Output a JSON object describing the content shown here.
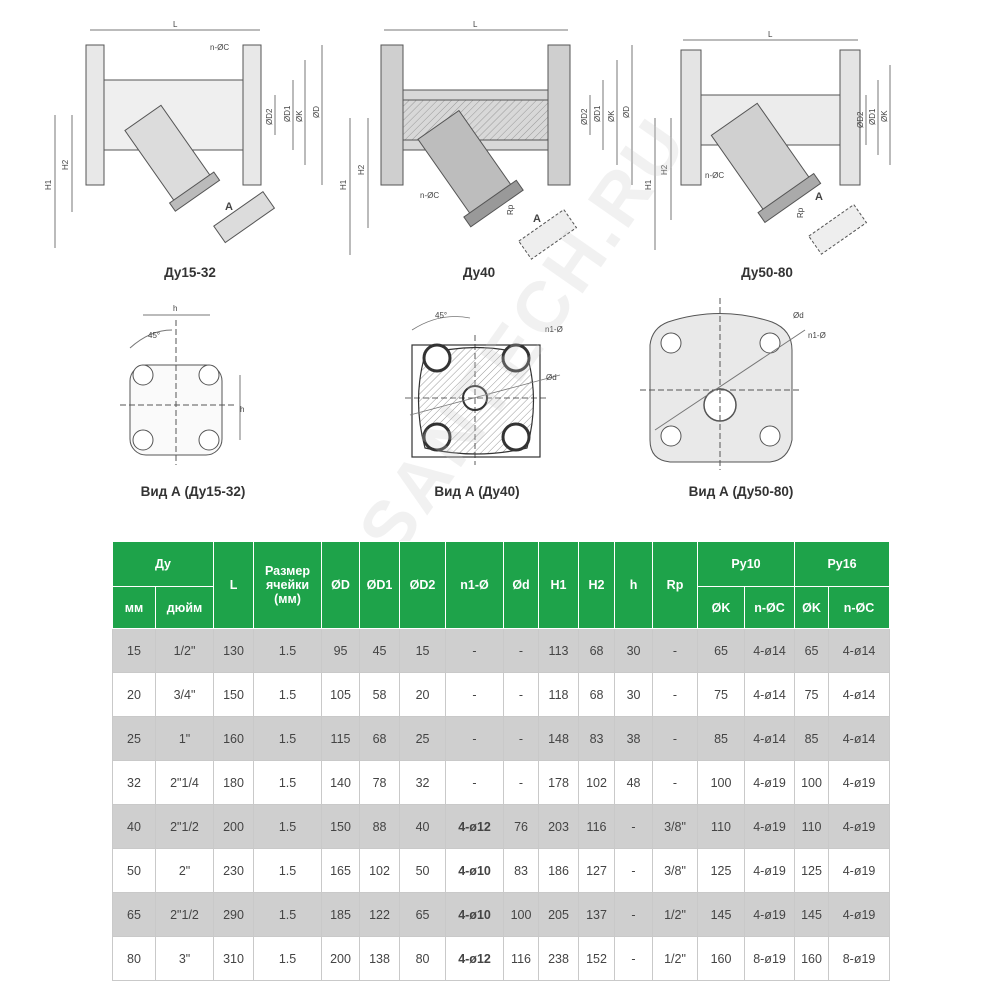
{
  "drawings": {
    "captions": [
      "Ду15-32",
      "Ду40",
      "Ду50-80",
      "Вид А (Ду15-32)",
      "Вид А (Ду40)",
      "Вид А (Ду50-80)"
    ],
    "dims": {
      "L": "L",
      "H1": "H1",
      "H2": "H2",
      "D": "ØD",
      "D1": "ØD1",
      "D2": "ØD2",
      "K": "ØK",
      "nC": "n-ØC",
      "Rp": "Rp",
      "A": "A",
      "h": "h",
      "angle": "45°",
      "n1": "n1-Ø",
      "d": "Ød"
    }
  },
  "watermark": "SANTECH.RU",
  "table": {
    "headers": {
      "du": "Ду",
      "mm": "мм",
      "inch": "дюйм",
      "L": "L",
      "mesh": "Размер ячейки (мм)",
      "D": "ØD",
      "D1": "ØD1",
      "D2": "ØD2",
      "n1": "n1-Ø",
      "d": "Ød",
      "H1": "H1",
      "H2": "H2",
      "h": "h",
      "Rp": "Rp",
      "py10": "Ру10",
      "py16": "Ру16",
      "K": "ØK",
      "nC": "n-ØC"
    },
    "rows": [
      [
        "15",
        "1/2\"",
        "130",
        "1.5",
        "95",
        "45",
        "15",
        "-",
        "-",
        "113",
        "68",
        "30",
        "-",
        "65",
        "4-ø14",
        "65",
        "4-ø14"
      ],
      [
        "20",
        "3/4\"",
        "150",
        "1.5",
        "105",
        "58",
        "20",
        "-",
        "-",
        "118",
        "68",
        "30",
        "-",
        "75",
        "4-ø14",
        "75",
        "4-ø14"
      ],
      [
        "25",
        "1\"",
        "160",
        "1.5",
        "115",
        "68",
        "25",
        "-",
        "-",
        "148",
        "83",
        "38",
        "-",
        "85",
        "4-ø14",
        "85",
        "4-ø14"
      ],
      [
        "32",
        "2\"1/4",
        "180",
        "1.5",
        "140",
        "78",
        "32",
        "-",
        "-",
        "178",
        "102",
        "48",
        "-",
        "100",
        "4-ø19",
        "100",
        "4-ø19"
      ],
      [
        "40",
        "2\"1/2",
        "200",
        "1.5",
        "150",
        "88",
        "40",
        "4-ø12",
        "76",
        "203",
        "116",
        "-",
        "3/8\"",
        "110",
        "4-ø19",
        "110",
        "4-ø19"
      ],
      [
        "50",
        "2\"",
        "230",
        "1.5",
        "165",
        "102",
        "50",
        "4-ø10",
        "83",
        "186",
        "127",
        "-",
        "3/8\"",
        "125",
        "4-ø19",
        "125",
        "4-ø19"
      ],
      [
        "65",
        "2\"1/2",
        "290",
        "1.5",
        "185",
        "122",
        "65",
        "4-ø10",
        "100",
        "205",
        "137",
        "-",
        "1/2\"",
        "145",
        "4-ø19",
        "145",
        "4-ø19"
      ],
      [
        "80",
        "3\"",
        "310",
        "1.5",
        "200",
        "138",
        "80",
        "4-ø12",
        "116",
        "238",
        "152",
        "-",
        "1/2\"",
        "160",
        "8-ø19",
        "160",
        "8-ø19"
      ]
    ]
  }
}
